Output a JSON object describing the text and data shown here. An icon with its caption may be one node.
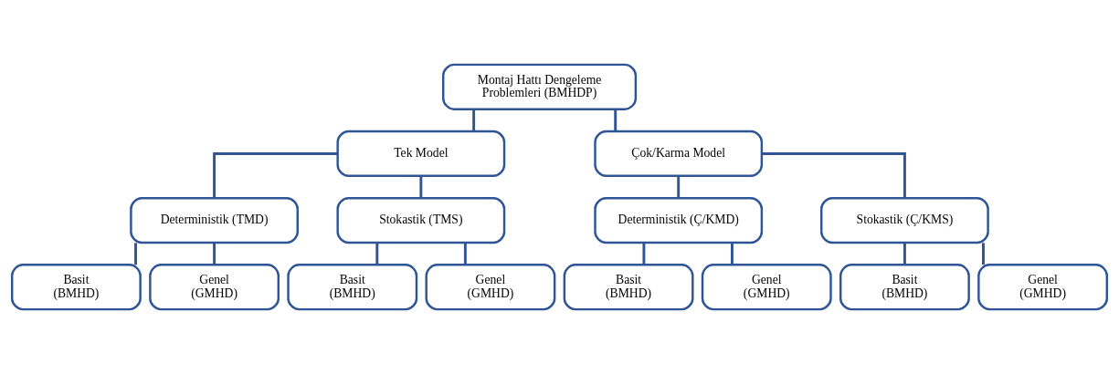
{
  "diagram": {
    "nodes": [
      {
        "text": [
          "Montaj Hattı Dengeleme Problemleri (BMHDP)"
        ]
      },
      {
        "text": [
          "Tek Model"
        ]
      },
      {
        "text": [
          "Çok/Karma Model"
        ]
      },
      {
        "text": [
          "Deterministik (TMD)"
        ]
      },
      {
        "text": [
          "Stokastik (TMS)"
        ]
      },
      {
        "text": [
          "Deterministik (Ç/KMD)"
        ]
      },
      {
        "text": [
          "Stokastik (Ç/KMS)"
        ]
      },
      {
        "text": [
          "Basit (BMHD)"
        ]
      },
      {
        "text": [
          "Genel (GMHD)"
        ]
      },
      {
        "text": [
          "Basit (BMHD)"
        ]
      },
      {
        "text": [
          "Genel (GMHD)"
        ]
      },
      {
        "text": [
          "Basit (BMHD)"
        ]
      },
      {
        "text": [
          "Genel (GMHD)"
        ]
      },
      {
        "text": [
          "Basit (BMHD)"
        ]
      },
      {
        "text": [
          "Genel (GMHD)"
        ]
      }
    ],
    "edges": [
      {
        "from": 0,
        "to": 1,
        "arrow": "none"
      },
      {
        "from": 0,
        "to": 2,
        "arrow": "none"
      },
      {
        "from": 1,
        "to": 3,
        "arrow": "none"
      },
      {
        "from": 1,
        "to": 4,
        "arrow": "none"
      },
      {
        "from": 2,
        "to": 5,
        "arrow": "none"
      },
      {
        "from": 2,
        "to": 6,
        "arrow": "none"
      },
      {
        "from": 3,
        "to": 7,
        "arrow": "none"
      },
      {
        "from": 3,
        "to": 8,
        "arrow": "none"
      },
      {
        "from": 4,
        "to": 9,
        "arrow": "none"
      },
      {
        "from": 4,
        "to": 10,
        "arrow": "none"
      },
      {
        "from": 5,
        "to": 11,
        "arrow": "none"
      },
      {
        "from": 5,
        "to": 12,
        "arrow": "none"
      },
      {
        "from": 6,
        "to": 13,
        "arrow": "none"
      },
      {
        "from": 6,
        "to": 14,
        "arrow": "none"
      }
    ]
  }
}
